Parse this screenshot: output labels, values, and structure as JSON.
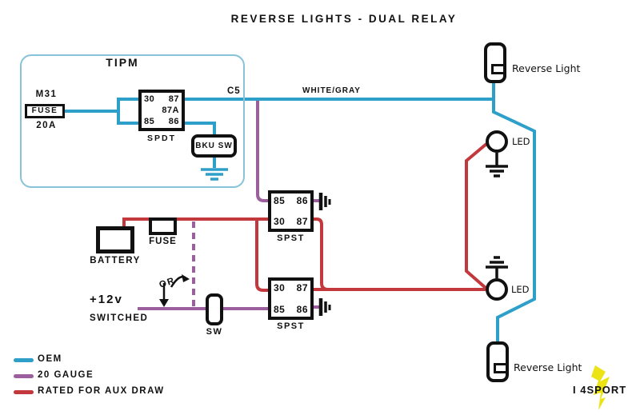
{
  "title": "REVERSE LIGHTS - DUAL RELAY",
  "colors": {
    "oem": "#2d9fc8",
    "gauge20": "#9c5f9d",
    "aux": "#c2383d",
    "tipm_border": "#86c3d8",
    "logo_yellow": "#ece315",
    "line_black": "#111111"
  },
  "tipm": {
    "label": "TIPM",
    "fuse_id": "M31",
    "fuse_box": "FUSE",
    "fuse_rating": "20A",
    "relay": {
      "type": "SPDT",
      "pins": {
        "p30": "30",
        "p87": "87",
        "p87a": "87A",
        "p85": "85",
        "p86": "86"
      }
    },
    "backup_switch": "BKU SW",
    "connector": "C5"
  },
  "wire_labels": {
    "white_gray": "WHITE/GRAY"
  },
  "relay1": {
    "type": "SPST",
    "pins": {
      "p85": "85",
      "p86": "86",
      "p30": "30",
      "p87": "87"
    }
  },
  "relay2": {
    "type": "SPST",
    "pins": {
      "p30": "30",
      "p87": "87",
      "p85": "85",
      "p86": "86"
    }
  },
  "battery": {
    "label": "BATTERY"
  },
  "aux_fuse": {
    "label": "FUSE"
  },
  "aux_switch": {
    "label": "SW"
  },
  "or_label": "OR",
  "power": {
    "line1": "+12v",
    "line2": "SWITCHED"
  },
  "lights": {
    "reverse_top": "Reverse Light",
    "reverse_bottom": "Reverse Light",
    "led_top": "LED",
    "led_bottom": "LED"
  },
  "legend": [
    {
      "color_key": "oem",
      "label": "OEM"
    },
    {
      "color_key": "gauge20",
      "label": "20 GAUGE"
    },
    {
      "color_key": "aux",
      "label": "RATED FOR AUX DRAW"
    }
  ],
  "logo": {
    "text": "I 4SPORT"
  }
}
